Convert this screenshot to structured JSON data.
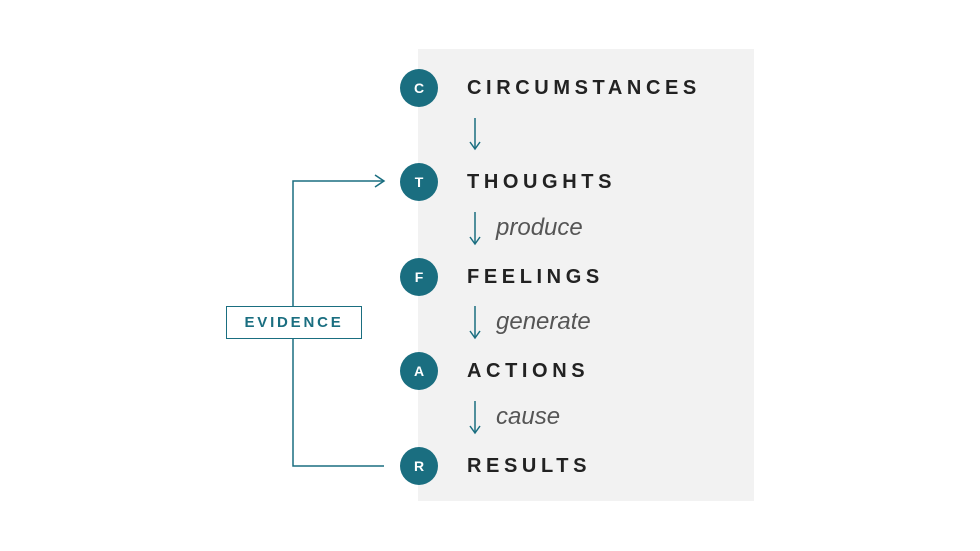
{
  "steps": [
    {
      "letter": "C",
      "label": "CIRCUMSTANCES"
    },
    {
      "letter": "T",
      "label": "THOUGHTS"
    },
    {
      "letter": "F",
      "label": "FEELINGS"
    },
    {
      "letter": "A",
      "label": "ACTIONS"
    },
    {
      "letter": "R",
      "label": "RESULTS"
    }
  ],
  "connectors": [
    "",
    "produce",
    "generate",
    "cause"
  ],
  "feedback_label": "EVIDENCE",
  "colors": {
    "accent": "#1a6e80",
    "panel": "#f2f2f2",
    "text": "#222222",
    "verb": "#555555"
  }
}
